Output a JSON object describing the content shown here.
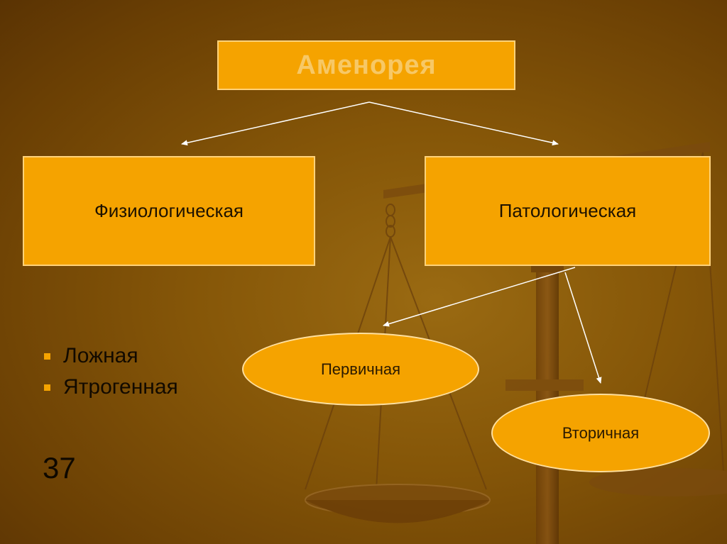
{
  "diagram": {
    "root": {
      "label": "Аменорея"
    },
    "branches": [
      {
        "label": "Физиологическая"
      },
      {
        "label": "Патологическая"
      }
    ],
    "pathological_types": [
      {
        "label": "Первичная"
      },
      {
        "label": "Вторичная"
      }
    ]
  },
  "bullets": [
    {
      "text": "Ложная"
    },
    {
      "text": "Ятрогенная"
    }
  ],
  "slide_number": "37",
  "colors": {
    "box_fill": "#f5a300",
    "box_border": "#ffd27a",
    "background": "#855608",
    "arrow": "#ffffff"
  },
  "decoration": {
    "background_icon": "scales-of-justice-icon"
  }
}
